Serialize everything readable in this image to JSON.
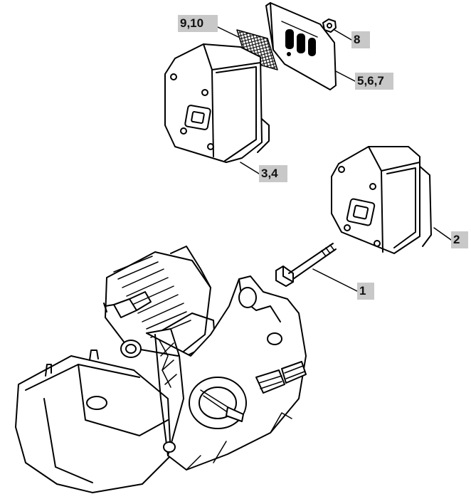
{
  "callouts": {
    "c910": "9,10",
    "c8": "8",
    "c567": "5,6,7",
    "c34": "3,4",
    "c2": "2",
    "c1": "1"
  },
  "colors": {
    "callout_bg": "#c8c8c8",
    "line": "#000000"
  }
}
